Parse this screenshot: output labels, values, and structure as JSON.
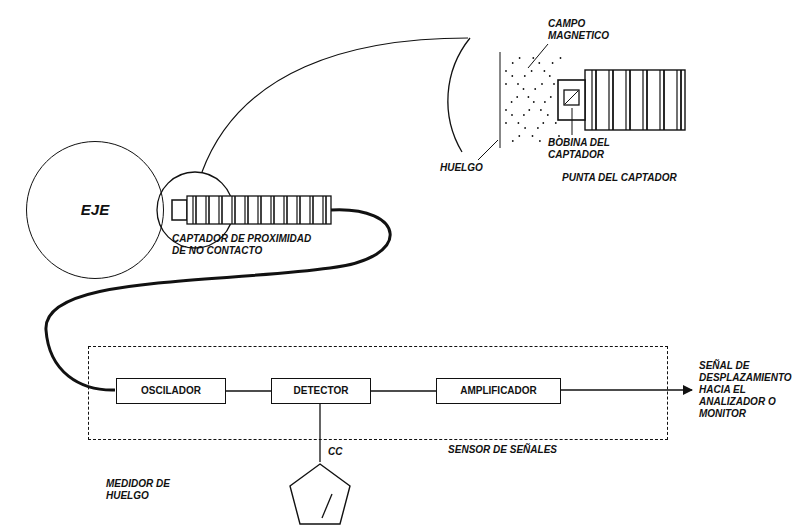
{
  "diagram": {
    "nodes": [
      {
        "text": [
          "EJE"
        ]
      },
      {
        "text": [
          "SENSOR DE SEÑALES"
        ]
      },
      {
        "text": [
          "OSCILADOR"
        ],
        "in": 1
      },
      {
        "text": [
          "DETECTOR"
        ],
        "in": 1
      },
      {
        "text": [
          "AMPLIFICADOR"
        ],
        "in": 1
      },
      {
        "text": [
          "MEDIDOR DE HUELGO"
        ]
      }
    ],
    "edges": [
      {
        "from": 2,
        "to": 3,
        "arrow": "none"
      },
      {
        "from": 3,
        "to": 4,
        "arrow": "none"
      },
      {
        "from": 3,
        "to": 5,
        "label": "CC",
        "arrow": "none"
      }
    ],
    "labels": [
      "CAPTADOR DE PROXIMIDAD DE NO CONTACTO",
      "PUNTA DEL CAPTADOR",
      "CAMPO MAGNETICO",
      "BOBINA DEL CAPTADOR",
      "HUELGO",
      "SEÑAL DE DESPLAZAMIENTO HACIA EL ANALIZADOR O MONITOR"
    ]
  }
}
